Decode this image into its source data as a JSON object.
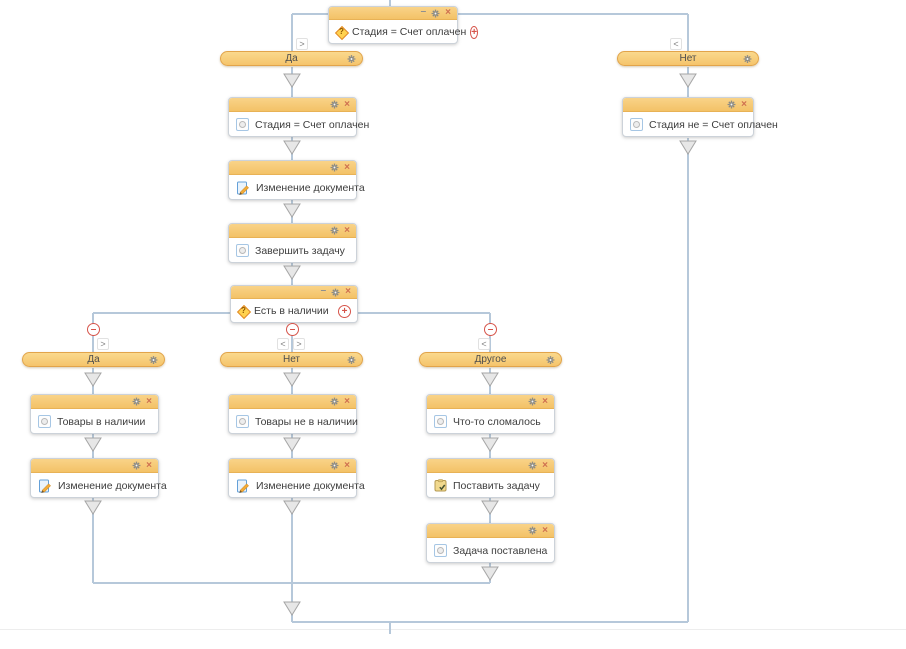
{
  "glyphs": {
    "minimize": "–",
    "close": "×",
    "plus": "+",
    "minus": "–",
    "question": "?",
    "chevron_left": "<",
    "chevron_right": ">"
  },
  "conditions": {
    "stage_check": "Стадия = Счет оплачен",
    "stock_check": "Есть в наличии"
  },
  "branches": {
    "top_yes": "Да",
    "top_no": "Нет",
    "stock_yes": "Да",
    "stock_no": "Нет",
    "stock_other": "Другое"
  },
  "activities": {
    "stage_paid": "Стадия = Счет оплачен",
    "doc_change_top": "Изменение документа",
    "finish_task": "Завершить задачу",
    "stage_not_paid": "Стадия не = Счет оплачен",
    "goods_in_stock": "Товары в наличии",
    "goods_not_in_stock": "Товары не в наличии",
    "something_broke": "Что-то сломалось",
    "doc_change_yes": "Изменение документа",
    "doc_change_no": "Изменение документа",
    "create_task": "Поставить задачу",
    "task_created": "Задача поставлена"
  },
  "colors": {
    "node_header": "#f6cb79",
    "accent_red": "#d6544a",
    "connector": "#b6c8da"
  }
}
